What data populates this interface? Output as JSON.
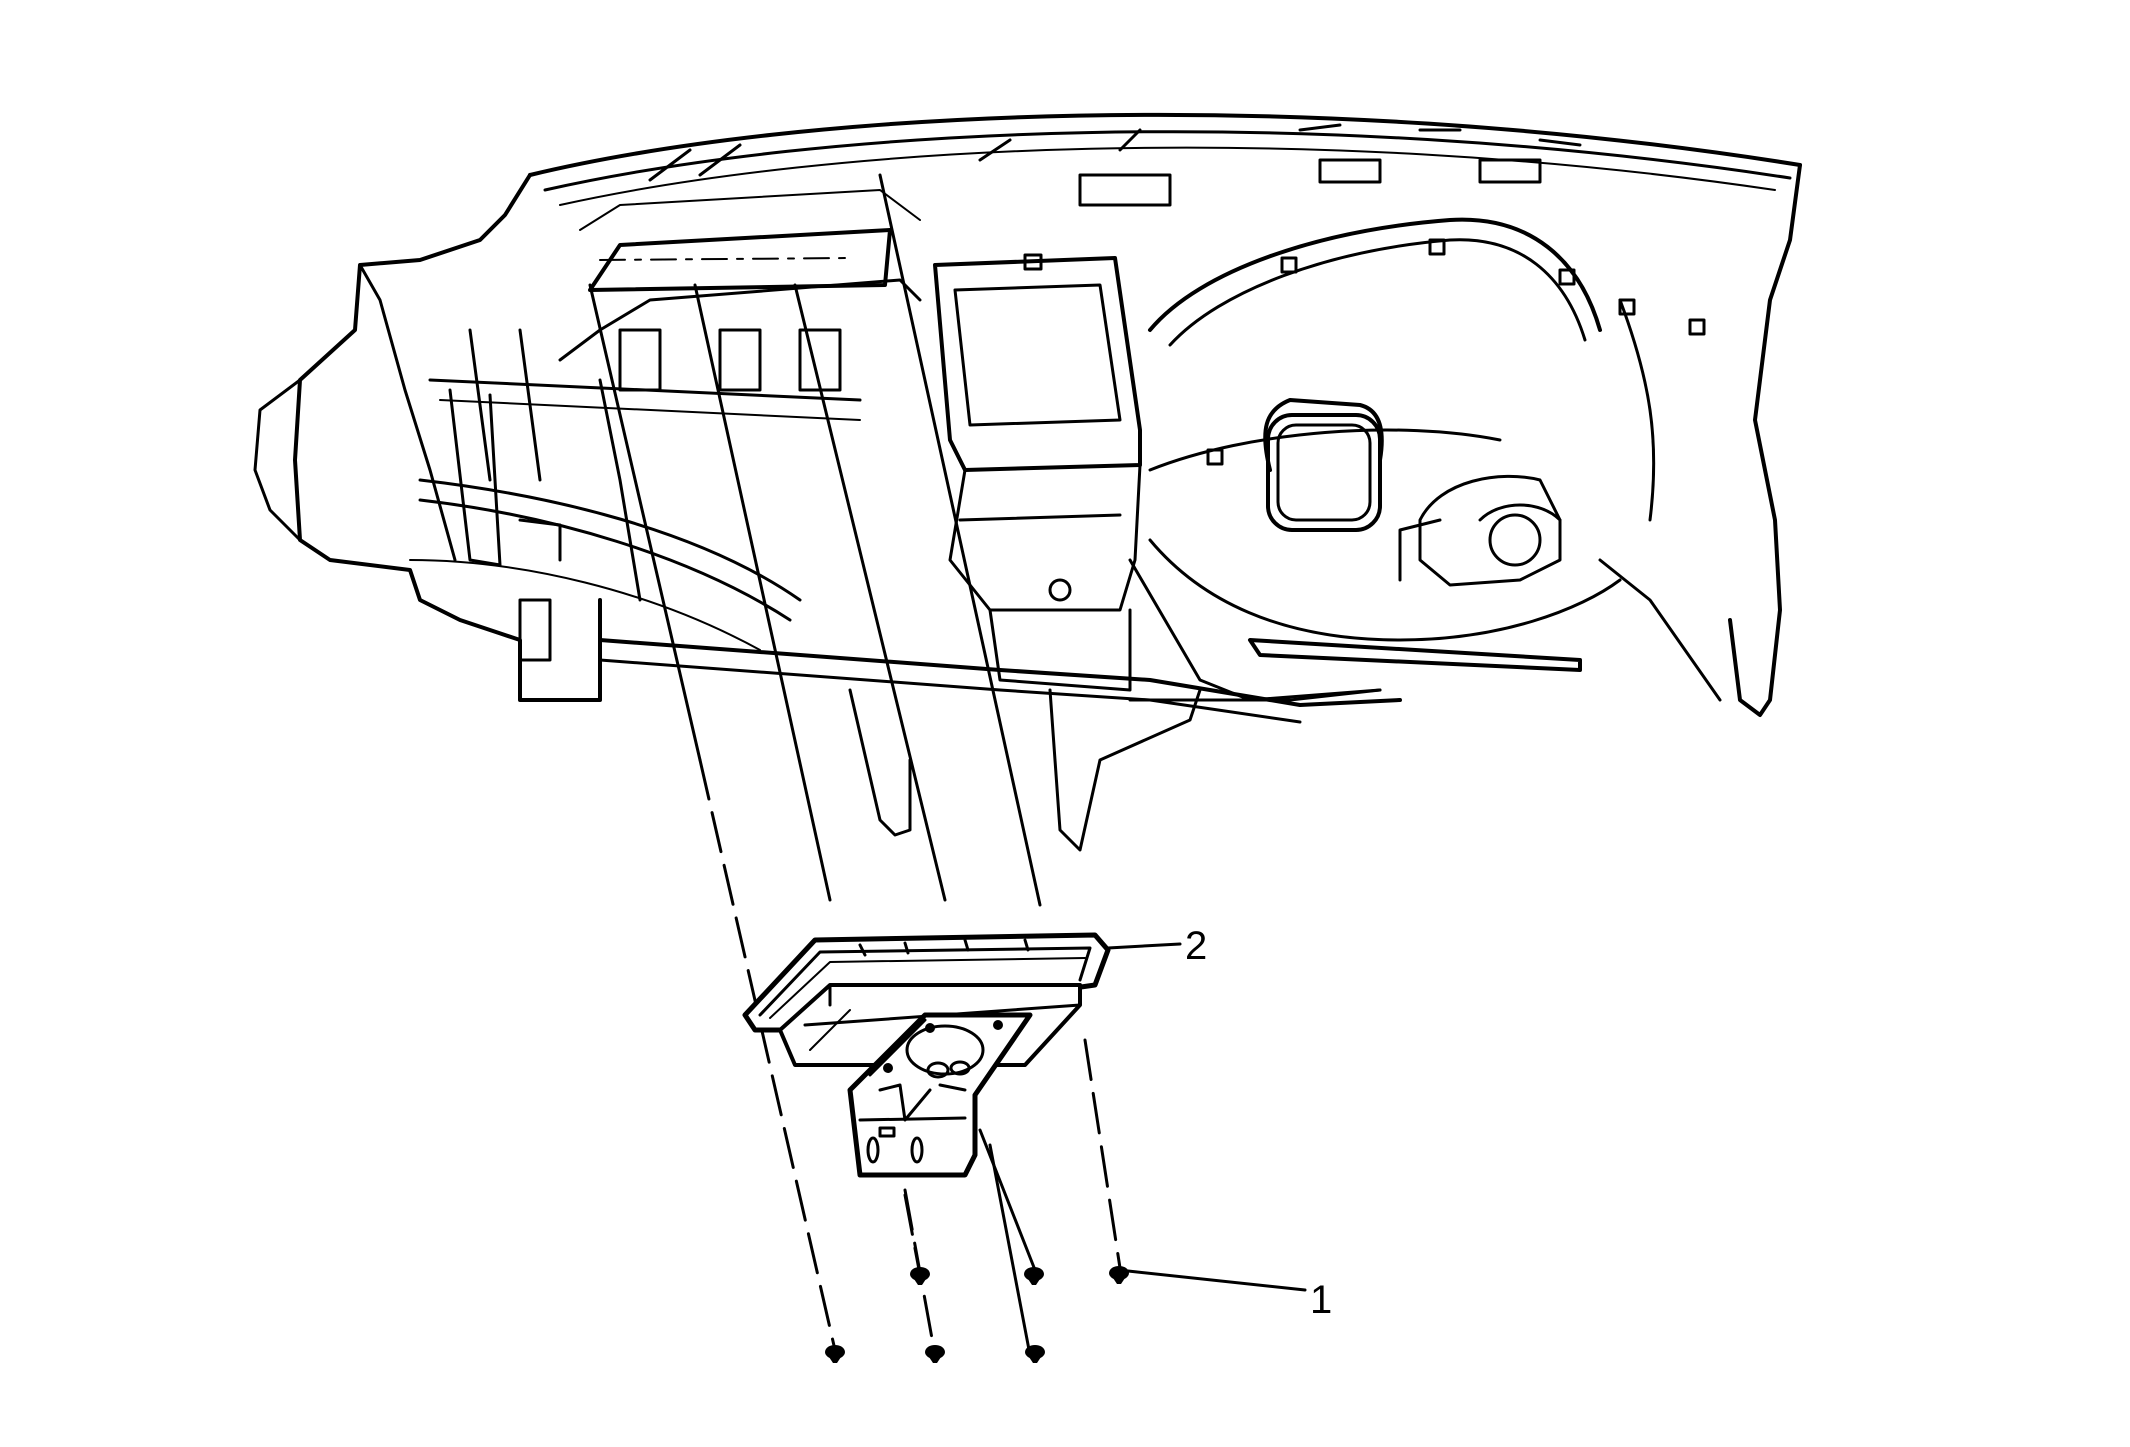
{
  "diagram": {
    "type": "exploded-view line illustration",
    "subject": "instrument panel with module and bracket removed, fasteners shown",
    "colors": {
      "line": "#000000",
      "background": "#ffffff"
    },
    "callouts": [
      {
        "id": "1",
        "label": "1",
        "target": "fastener (bolt/nut)"
      },
      {
        "id": "2",
        "label": "2",
        "target": "module with mounting bracket"
      }
    ],
    "fastener_count": 6
  }
}
